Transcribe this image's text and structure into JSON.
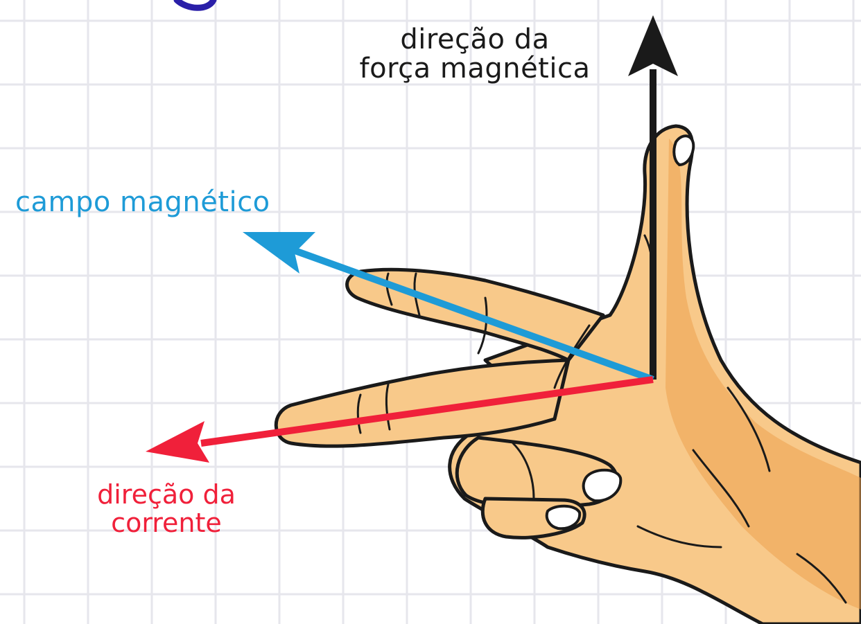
{
  "labels": {
    "force_line1": "direção da",
    "force_line2": "força magnética",
    "field": "campo magnético",
    "current_line1": "direção da",
    "current_line2": "corrente"
  },
  "colors": {
    "force": "#1a1a1a",
    "field": "#1e9bd7",
    "current": "#f0203a",
    "grid": "#e6e6ec",
    "skin": "#f8c98a",
    "skin_shadow": "#eda04e",
    "outline": "#1a1a1a",
    "nail": "#ffffff"
  },
  "icons": [
    "right-hand-icon"
  ]
}
